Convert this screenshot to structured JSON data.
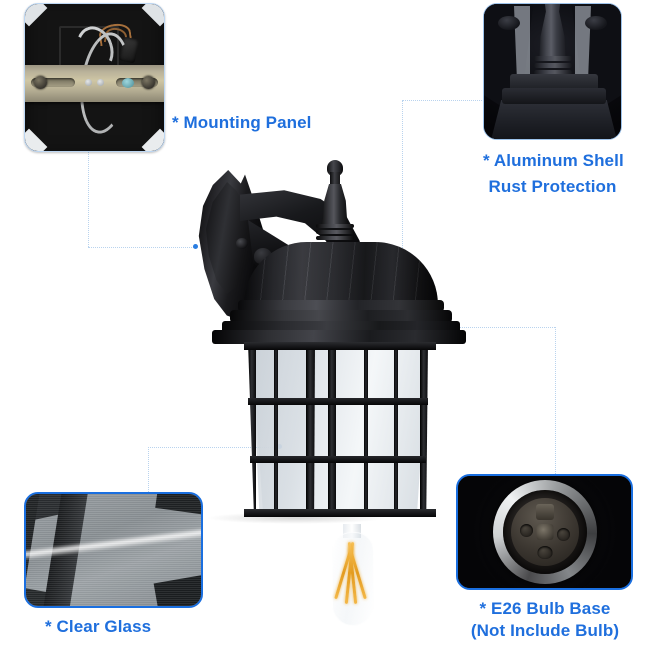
{
  "page": {
    "title": "Outdoor Wall Lantern Feature Infographic",
    "background_color": "#ffffff",
    "accent_color": "#1f6fdd",
    "connector_color": "#b9d3ee",
    "dot_color": "#2a7de1"
  },
  "callouts": [
    {
      "id": "mounting-panel",
      "label": "* Mounting Panel",
      "lines": [
        "* Mounting Panel"
      ],
      "photo": "mounting-panel-photo",
      "position": "top-left",
      "border_color": "#bcd6f2"
    },
    {
      "id": "aluminum-shell",
      "label": "* Aluminum Shell Rust Protection",
      "lines": [
        "* Aluminum Shell",
        "Rust Protection"
      ],
      "photo": "aluminum-shell-photo",
      "position": "top-right",
      "border_color": "#9dc2ea"
    },
    {
      "id": "clear-glass",
      "label": "* Clear Glass",
      "lines": [
        "* Clear Glass"
      ],
      "photo": "clear-glass-photo",
      "position": "bottom-left",
      "border_color": "#1a6fe0"
    },
    {
      "id": "e26-bulb-base",
      "label": "* E26 Bulb Base (Not Include Bulb)",
      "lines": [
        "* E26 Bulb Base",
        "(Not Include Bulb)"
      ],
      "photo": "e26-bulb-base-photo",
      "position": "bottom-right",
      "border_color": "#1a6fe0"
    }
  ],
  "product": {
    "name": "outdoor-wall-lantern",
    "parts": [
      "wall-mounting-plate",
      "curved-arm",
      "top-finial",
      "dome-hood",
      "glass-cage",
      "edison-filament-bulb"
    ]
  }
}
